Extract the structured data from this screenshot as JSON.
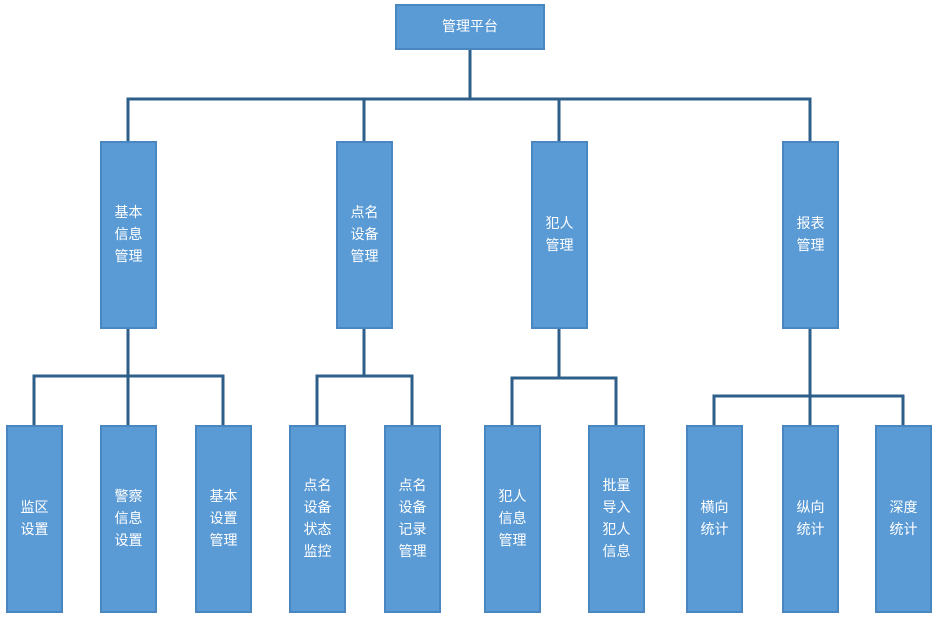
{
  "root": {
    "label": "管理平台"
  },
  "modules": [
    {
      "label": "基本\n信息\n管理",
      "children": [
        "监区\n设置",
        "警察\n信息\n设置",
        "基本\n设置\n管理"
      ]
    },
    {
      "label": "点名\n设备\n管理",
      "children": [
        "点名\n设备\n状态\n监控",
        "点名\n设备\n记录\n管理"
      ]
    },
    {
      "label": "犯人\n管理",
      "children": [
        "犯人\n信息\n管理",
        "批量\n导入\n犯人\n信息"
      ]
    },
    {
      "label": "报表\n管理",
      "children": [
        "横向\n统计",
        "纵向\n统计",
        "深度\n统计"
      ]
    }
  ],
  "colors": {
    "box_fill": "#5b9bd5",
    "box_border": "#4a86c0",
    "connector": "#2e5f8a",
    "text": "#ffffff"
  }
}
